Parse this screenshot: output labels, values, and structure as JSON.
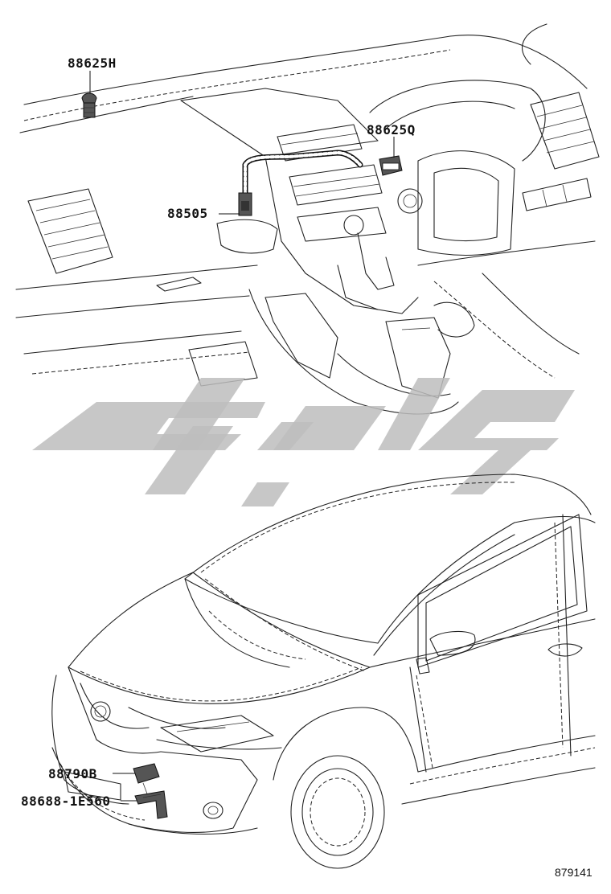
{
  "labels": {
    "p1": "88625H",
    "p2": "88625Q",
    "p3": "88505",
    "p4": "88790B",
    "p5": "88688-1E560"
  },
  "figure_number": "879141"
}
